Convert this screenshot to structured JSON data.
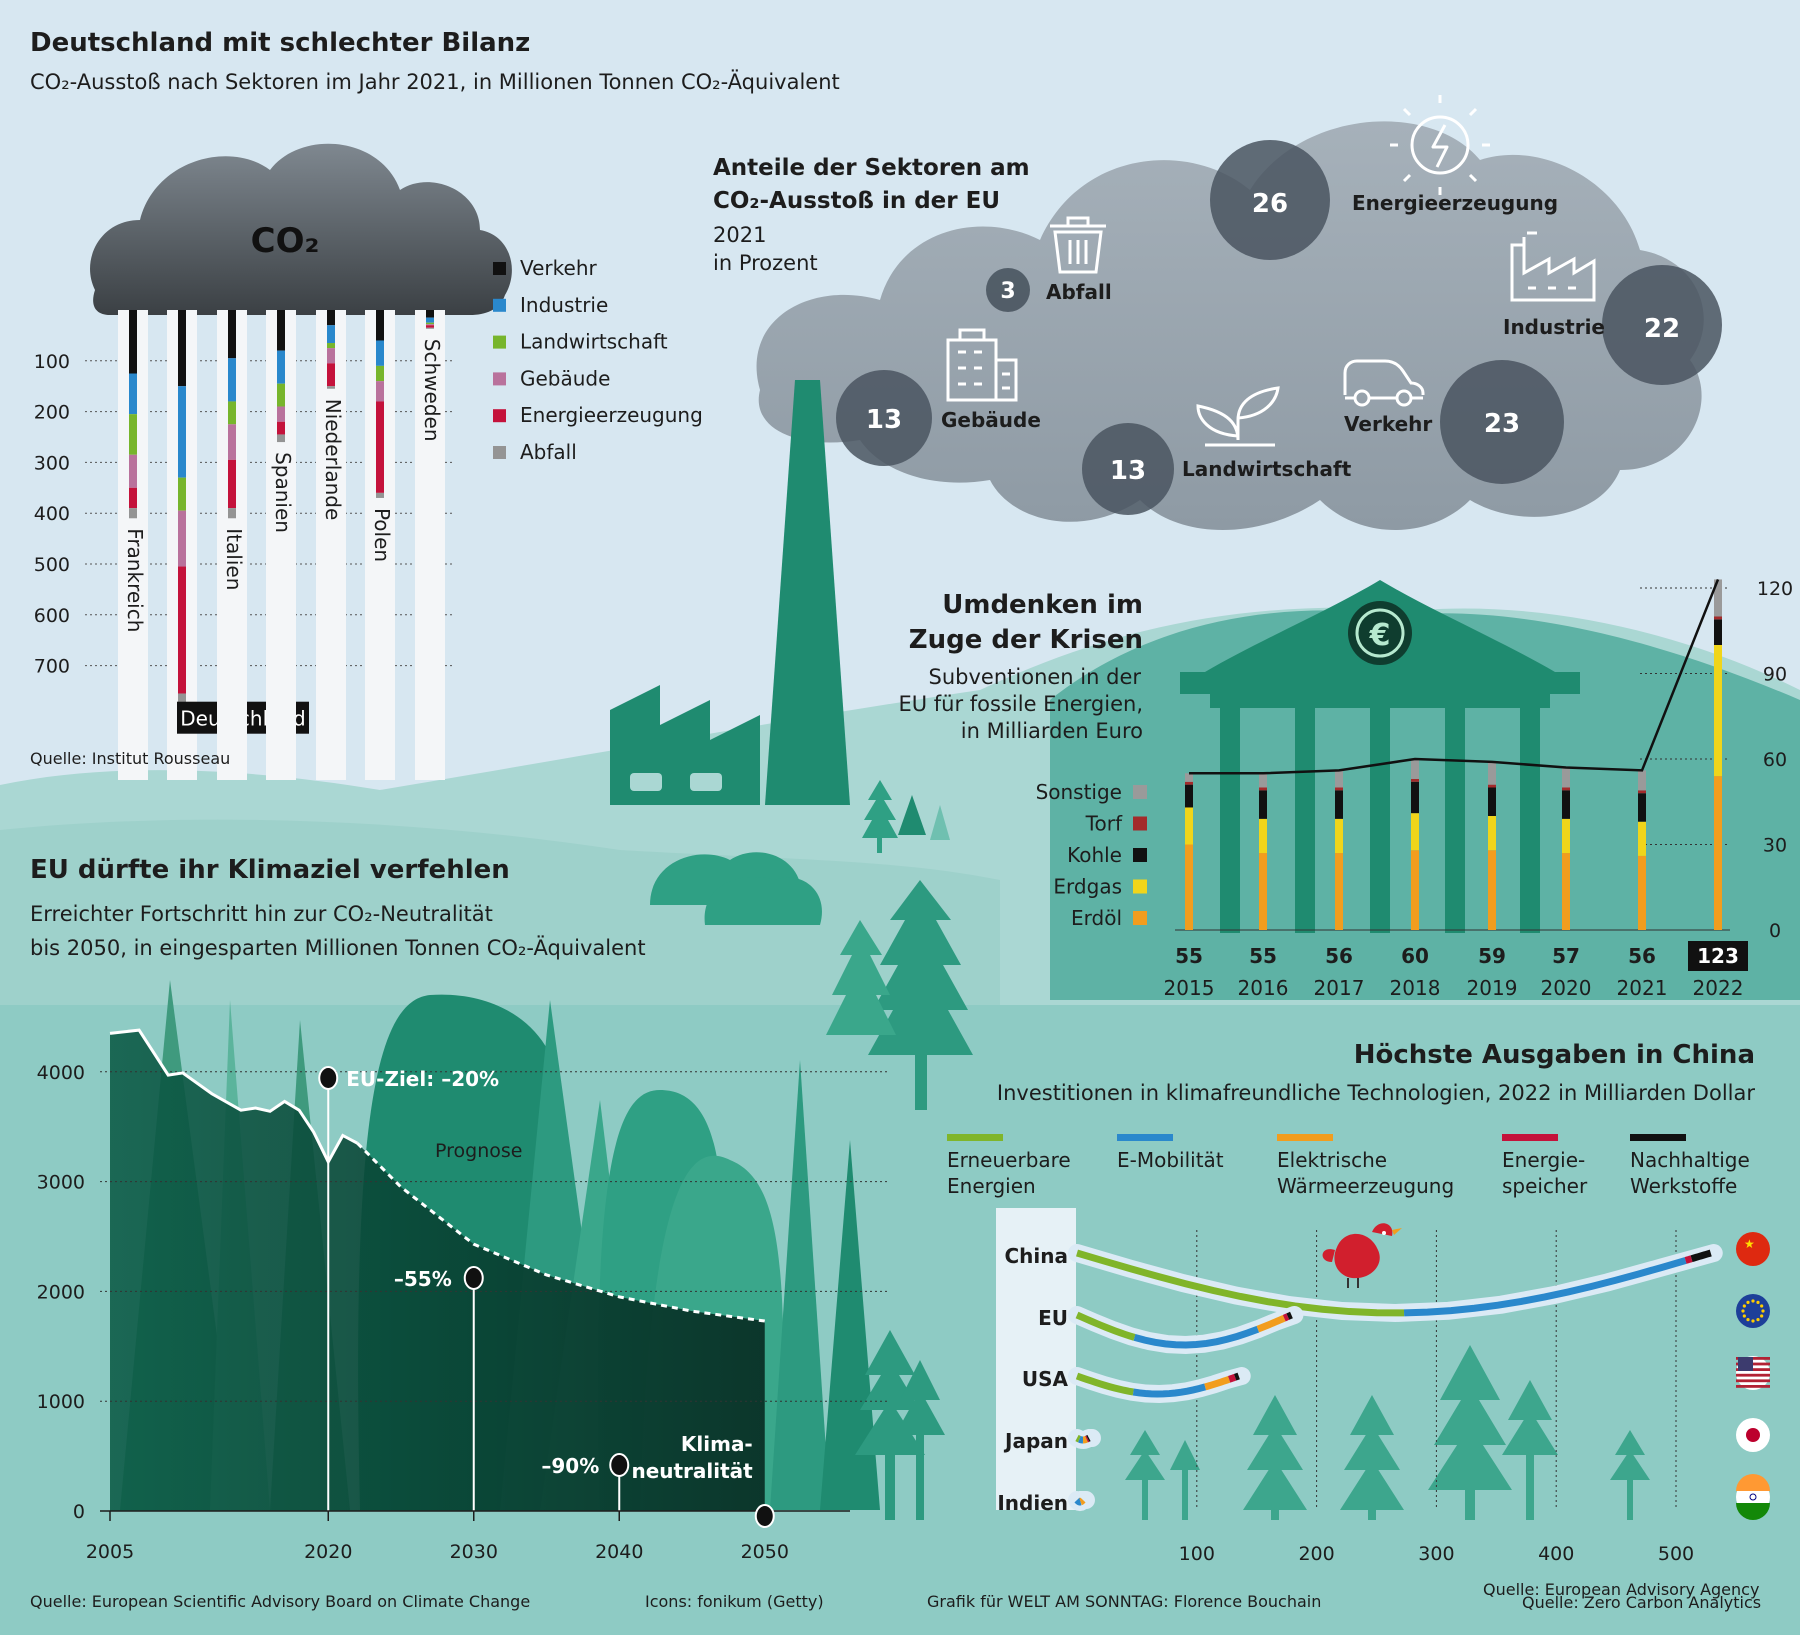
{
  "colors": {
    "verkehr": "#111111",
    "industrie": "#2a88cc",
    "landwirtschaft": "#77b52c",
    "gebaeude": "#b9729c",
    "energie": "#c4123b",
    "abfall": "#949494",
    "sonstige": "#9a9a9a",
    "torf": "#a32b2b",
    "kohle": "#111111",
    "erdgas": "#f0d51a",
    "erdoel": "#f29d1e",
    "erneuerbare": "#80b52a",
    "emobil": "#2a88cc",
    "waerme": "#f29d1e",
    "speicher": "#c4123b",
    "werkstoffe": "#111111"
  },
  "header": {
    "title": "Deutschland mit schlechter Bilanz",
    "subtitle": "CO₂-Ausstoß nach Sektoren im Jahr 2021, in Millionen Tonnen CO₂-Äquivalent",
    "cloud_label": "CO₂",
    "source": "Quelle: Institut Rousseau"
  },
  "eu_shares": {
    "title_line1": "Anteile der Sektoren am",
    "title_line2": "CO₂-Ausstoß in der EU",
    "year": "2021",
    "unit": "in Prozent",
    "items": [
      {
        "label": "Energieerzeugung",
        "value": "26",
        "icon": "sun-bolt-icon"
      },
      {
        "label": "Abfall",
        "value": "3",
        "icon": "trash-bin-icon"
      },
      {
        "label": "Industrie",
        "value": "22",
        "icon": "factory-icon"
      },
      {
        "label": "Gebäude",
        "value": "13",
        "icon": "building-icon"
      },
      {
        "label": "Verkehr",
        "value": "23",
        "icon": "car-icon"
      },
      {
        "label": "Landwirtschaft",
        "value": "13",
        "icon": "seedling-icon"
      }
    ]
  },
  "subsidies": {
    "title_line1": "Umdenken im",
    "title_line2": "Zuge der Krisen",
    "sub_line1": "Subventionen in der",
    "sub_line2": "EU für fossile Energien,",
    "sub_line3": "in Milliarden Euro",
    "source": "Quelle: European Advisory Agency"
  },
  "climate": {
    "title": "EU dürfte ihr Klimaziel verfehlen",
    "sub_line1": "Erreichter Fortschritt hin zur CO₂-Neutralität",
    "sub_line2": "bis 2050, in eingesparten Millionen Tonnen CO₂-Äquivalent",
    "target_label": "EU-Ziel: –20%",
    "forecast_label": "Prognose",
    "m55": "–55%",
    "m90": "–90%",
    "neutral_line1": "Klima-",
    "neutral_line2": "neutralität",
    "source": "Quelle: European Scientific Advisory Board on Climate Change"
  },
  "china": {
    "title": "Höchste Ausgaben in China",
    "subtitle": "Investitionen in klimafreundliche Technologien, 2022 in Milliarden Dollar",
    "legend": [
      {
        "line1": "Erneuerbare",
        "line2": "Energien",
        "color": "#80b52a"
      },
      {
        "line1": "E-Mobilität",
        "line2": "",
        "color": "#2a88cc"
      },
      {
        "line1": "Elektrische",
        "line2": "Wärmeerzeugung",
        "color": "#f29d1e"
      },
      {
        "line1": "Energie-",
        "line2": "speicher",
        "color": "#c4123b"
      },
      {
        "line1": "Nachhaltige",
        "line2": "Werkstoffe",
        "color": "#111111"
      }
    ],
    "source": "Quelle: Zero Carbon Analytics"
  },
  "footer": {
    "icons": "Icons: fonikum (Getty)",
    "credit": "Grafik für WELT AM SONNTAG: Florence Bouchain"
  },
  "chart_data": [
    {
      "type": "bar",
      "title": "Deutschland mit schlechter Bilanz",
      "subtitle": "CO₂-Ausstoß nach Sektoren im Jahr 2021, in Millionen Tonnen CO₂-Äquivalent",
      "stacked": true,
      "ylim": [
        0,
        700
      ],
      "y_ticks": [
        100,
        200,
        300,
        400,
        500,
        600,
        700
      ],
      "categories": [
        "Frankreich",
        "Deutschland",
        "Italien",
        "Spanien",
        "Niederlande",
        "Polen",
        "Schweden"
      ],
      "series": [
        {
          "name": "Verkehr",
          "values": [
            125,
            150,
            95,
            80,
            30,
            60,
            15
          ]
        },
        {
          "name": "Industrie",
          "values": [
            80,
            180,
            85,
            65,
            35,
            50,
            10
          ]
        },
        {
          "name": "Landwirtschaft",
          "values": [
            80,
            65,
            45,
            45,
            10,
            30,
            3
          ]
        },
        {
          "name": "Gebäude",
          "values": [
            65,
            110,
            70,
            30,
            30,
            40,
            2
          ]
        },
        {
          "name": "Energieerzeugung",
          "values": [
            40,
            250,
            95,
            25,
            45,
            180,
            5
          ]
        },
        {
          "name": "Abfall",
          "values": [
            20,
            20,
            20,
            15,
            5,
            10,
            2
          ]
        }
      ],
      "highlight": "Deutschland",
      "legend": "right"
    },
    {
      "type": "bar",
      "title": "Umdenken im Zuge der Krisen",
      "stacked": true,
      "ylim": [
        0,
        125
      ],
      "y_ticks": [
        0,
        30,
        60,
        90,
        120
      ],
      "categories": [
        "2015",
        "2016",
        "2017",
        "2018",
        "2019",
        "2020",
        "2021",
        "2022"
      ],
      "totals": [
        55,
        55,
        56,
        60,
        59,
        57,
        56,
        123
      ],
      "series": [
        {
          "name": "Erdöl",
          "values": [
            30,
            27,
            27,
            28,
            28,
            27,
            26,
            54
          ]
        },
        {
          "name": "Erdgas",
          "values": [
            13,
            12,
            12,
            13,
            12,
            12,
            12,
            46
          ]
        },
        {
          "name": "Kohle",
          "values": [
            8,
            10,
            10,
            11,
            10,
            10,
            10,
            9
          ]
        },
        {
          "name": "Torf",
          "values": [
            1,
            1,
            1,
            1,
            1,
            1,
            1,
            1
          ]
        },
        {
          "name": "Sonstige",
          "values": [
            3,
            5,
            6,
            7,
            8,
            7,
            7,
            13
          ]
        }
      ],
      "legend": "left"
    },
    {
      "type": "area",
      "title": "EU dürfte ihr Klimaziel verfehlen",
      "x_ticks": [
        2005,
        2020,
        2030,
        2040,
        2050
      ],
      "y_ticks": [
        0,
        1000,
        2000,
        3000,
        4000
      ],
      "ylim": [
        0,
        4500
      ],
      "series": [
        {
          "name": "",
          "x": [
            2005,
            2007,
            2009,
            2010,
            2012,
            2014,
            2015,
            2016,
            2017,
            2018,
            2019,
            2020,
            2021,
            2022
          ],
          "values": [
            4350,
            4380,
            3970,
            3990,
            3800,
            3650,
            3670,
            3640,
            3730,
            3650,
            3450,
            3180,
            3420,
            3350
          ]
        },
        {
          "name": "Prognose",
          "x": [
            2022,
            2025,
            2030,
            2035,
            2040,
            2045,
            2050
          ],
          "values": [
            3350,
            2950,
            2430,
            2150,
            1950,
            1820,
            1730
          ]
        }
      ],
      "annotations": [
        {
          "x": 2020,
          "label": "EU-Ziel: –20%"
        },
        {
          "x": 2030,
          "label": "–55%"
        },
        {
          "x": 2040,
          "label": "–90%"
        },
        {
          "x": 2050,
          "label": "Klimaneutralität"
        }
      ]
    },
    {
      "type": "bar",
      "title": "Höchste Ausgaben in China",
      "orientation": "horizontal",
      "stacked": true,
      "xlim": [
        0,
        540
      ],
      "x_ticks": [
        100,
        200,
        300,
        400,
        500
      ],
      "categories": [
        "China",
        "EU",
        "USA",
        "Japan",
        "Indien"
      ],
      "series": [
        {
          "name": "Erneuerbare Energien",
          "values": [
            273,
            48,
            47,
            2,
            0
          ]
        },
        {
          "name": "E-Mobilität",
          "values": [
            235,
            103,
            60,
            3,
            3
          ]
        },
        {
          "name": "Elektrische Wärmeerzeugung",
          "values": [
            0,
            22,
            20,
            3,
            2
          ]
        },
        {
          "name": "Energiespeicher",
          "values": [
            5,
            3,
            5,
            1,
            0
          ]
        },
        {
          "name": "Nachhaltige Werkstoffe",
          "values": [
            16,
            3,
            3,
            1,
            0
          ]
        }
      ],
      "flags": [
        "china-flag-icon",
        "eu-flag-icon",
        "usa-flag-icon",
        "japan-flag-icon",
        "india-flag-icon"
      ]
    }
  ]
}
